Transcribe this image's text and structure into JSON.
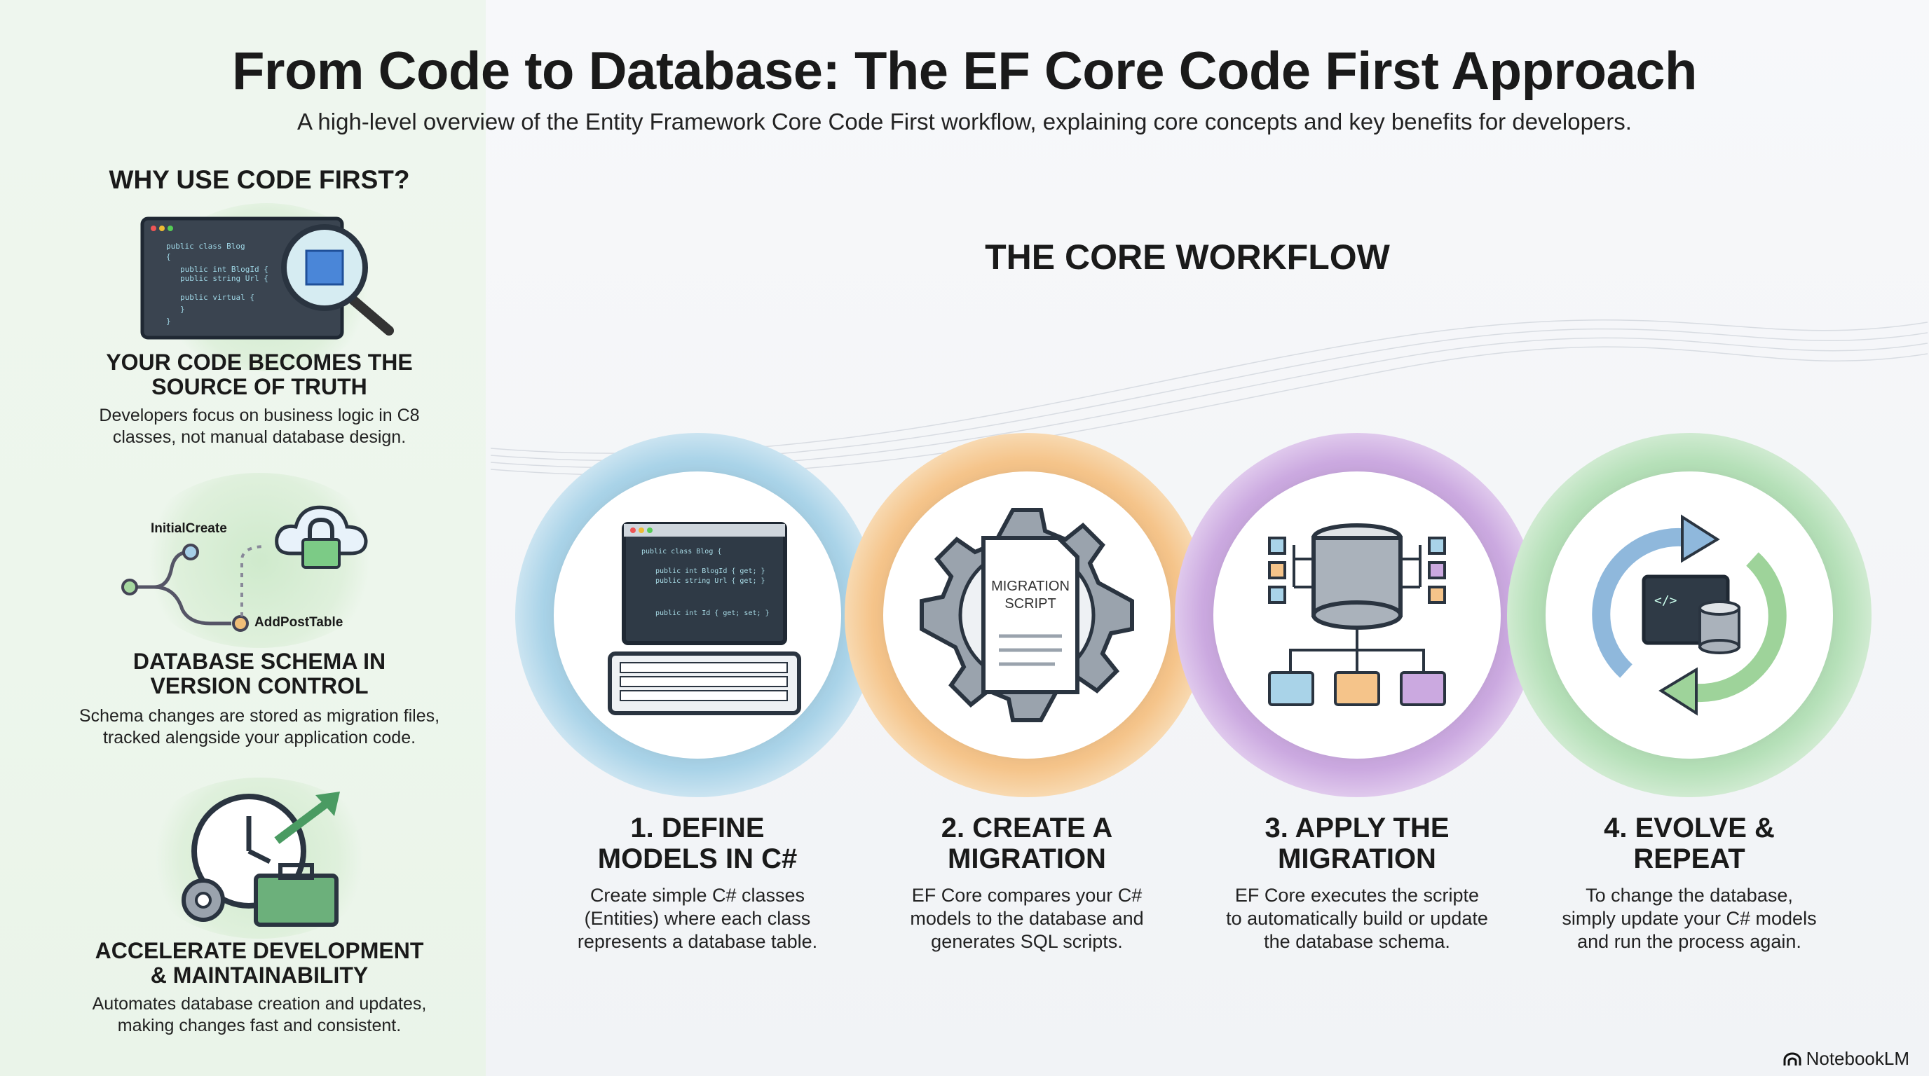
{
  "title": "From Code to Database: The EF Core Code First Approach",
  "subtitle": "A high-level overview of the Entity Framework Core Code First workflow, explaining core concepts and key benefits for developers.",
  "sidebar": {
    "heading": "WHY USE CODE FIRST?",
    "items": [
      {
        "title_line1": "YOUR CODE BECOMES THE",
        "title_line2": "SOURCE OF TRUTH",
        "desc_line1": "Developers focus on business logic in C8",
        "desc_line2": "classes, not manual database design.",
        "icon": "code-magnifier-icon"
      },
      {
        "title_line1": "DATABASE SCHEMA IN",
        "title_line2": "VERSION CONTROL",
        "desc_line1": "Schema changes are stored as migration files,",
        "desc_line2": "tracked alengside your application code.",
        "icon": "branch-cloud-lock-icon",
        "labels": {
          "first": "InitialCreate",
          "second": "AddPostTable"
        }
      },
      {
        "title_line1": "ACCELERATE DEVELOPMENT",
        "title_line2": "& MAINTAINABILITY",
        "desc_line1": "Automates database creation and updates,",
        "desc_line2": "making changes fast and consistent.",
        "icon": "clock-toolbox-icon"
      }
    ]
  },
  "workflow": {
    "heading": "THE CORE WORKFLOW",
    "steps": [
      {
        "title_line1": "1. DEFINE",
        "title_line2": "MODELS IN C#",
        "desc_line1": "Create simple C# classes",
        "desc_line2": "(Entities) where each class",
        "desc_line3": "represents a database table.",
        "icon": "laptop-code-icon",
        "color": "#a9d3e8"
      },
      {
        "title_line1": "2. CREATE A",
        "title_line2": "MIGRATION",
        "desc_line1": "EF Core compares your C#",
        "desc_line2": "models to the database and",
        "desc_line3": "generates SQL scripts.",
        "icon": "gear-document-icon",
        "doc_label_1": "MIGRATION",
        "doc_label_2": "SCRIPT",
        "color": "#f5c48a"
      },
      {
        "title_line1": "3. APPLY THE",
        "title_line2": "MIGRATION",
        "desc_line1": "EF Core executes the scripte",
        "desc_line2": "to automatically build or update",
        "desc_line3": "the database schema.",
        "icon": "database-tree-icon",
        "color": "#cba9e0"
      },
      {
        "title_line1": "4. EVOLVE &",
        "title_line2": "REPEAT",
        "desc_line1": "To change the database,",
        "desc_line2": "simply update your C# models",
        "desc_line3": "and run the process again.",
        "icon": "cycle-arrows-icon",
        "color": "#b5e0b8"
      }
    ]
  },
  "brand": "NotebookLM"
}
